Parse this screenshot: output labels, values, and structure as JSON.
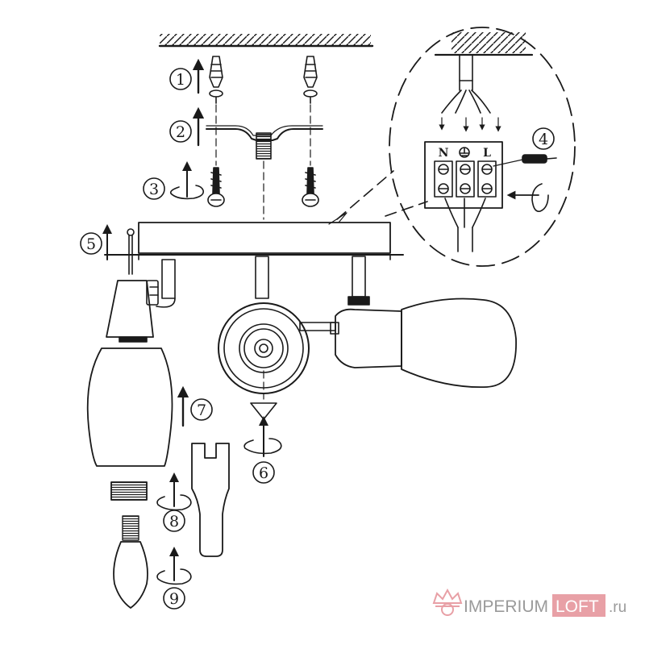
{
  "steps": [
    "1",
    "2",
    "3",
    "4",
    "5",
    "6",
    "7",
    "8",
    "9"
  ],
  "terminal_labels": [
    "N",
    "L"
  ],
  "watermark": {
    "part1": "IMPERIUM",
    "part2": "LOFT",
    "part3": ".ru",
    "color_gray": "#9a9a9a",
    "color_accent": "#e8a0a6"
  },
  "colors": {
    "line": "#1a1a1a",
    "background": "#ffffff"
  }
}
